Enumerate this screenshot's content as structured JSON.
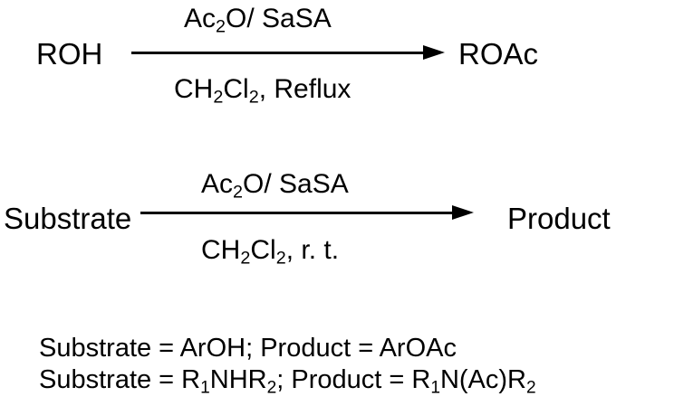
{
  "scheme1": {
    "reactant": "ROH",
    "product": "ROAc",
    "reagent": {
      "a": "Ac",
      "a_sub": "2",
      "b": "O/ SaSA"
    },
    "conditions": {
      "a": "CH",
      "a_sub": "2",
      "b": "Cl",
      "b_sub": "2",
      "c": ", Reflux"
    }
  },
  "scheme2": {
    "reactant": "Substrate",
    "product": "Product",
    "reagent": {
      "a": "Ac",
      "a_sub": "2",
      "b": "O/ SaSA"
    },
    "conditions": {
      "a": "CH",
      "a_sub": "2",
      "b": "Cl",
      "b_sub": "2",
      "c": ", r. t."
    }
  },
  "notes": {
    "line1": "Substrate = ArOH; Product = ArOAc",
    "line2": {
      "a": "Substrate = R",
      "a_sub": "1",
      "b": "NHR",
      "b_sub": "2",
      "c": "; Product = R",
      "c_sub": "1",
      "d": "N(Ac)R",
      "d_sub": "2"
    }
  }
}
